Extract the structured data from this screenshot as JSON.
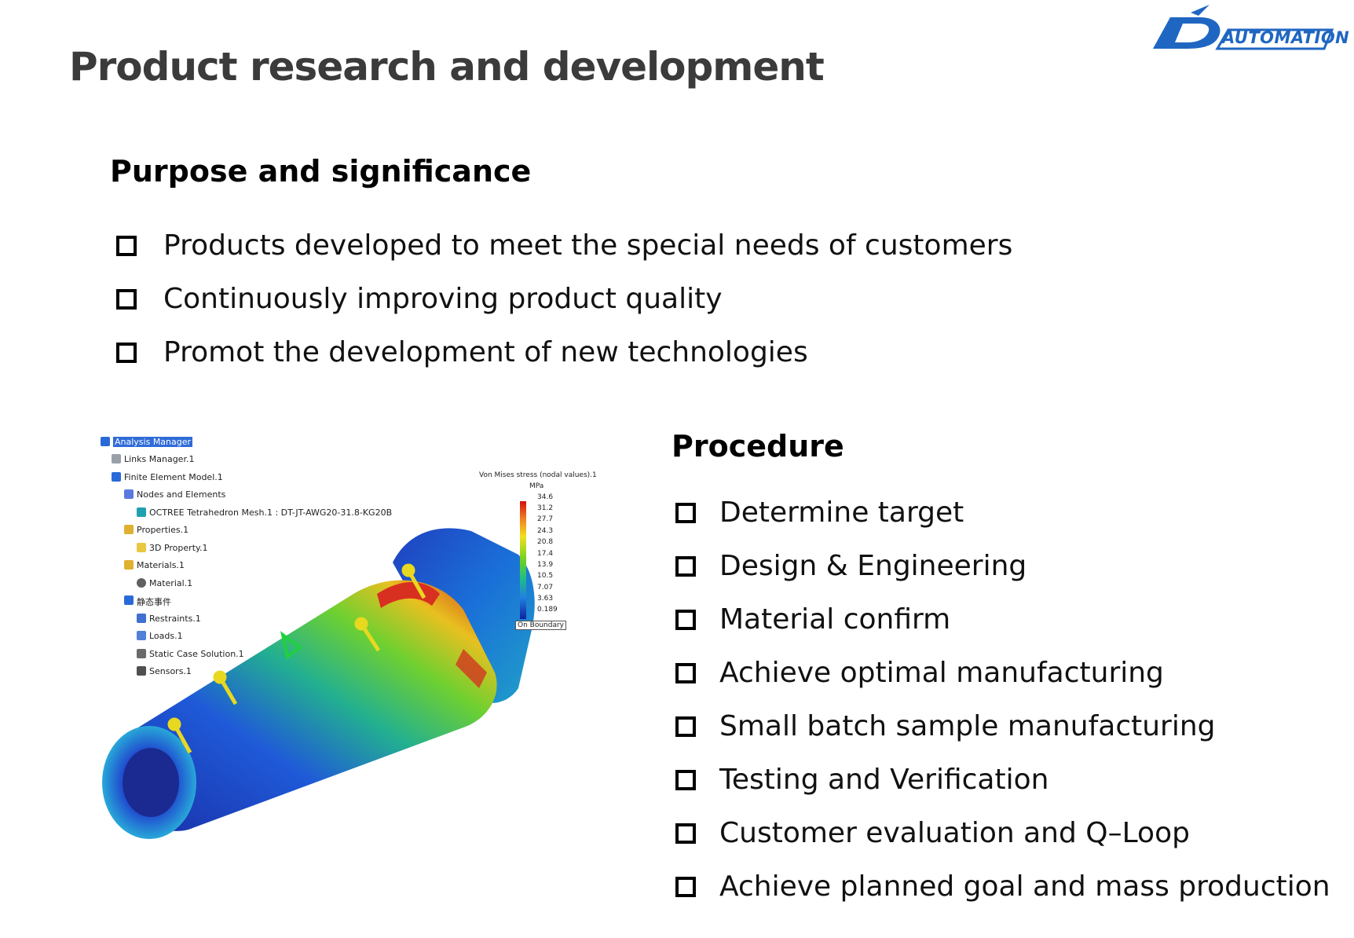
{
  "logo": {
    "text": "AUTOMATION",
    "icon": "d-automation-logo-icon",
    "brand_color": "#1f66c2"
  },
  "title": "Product research and development",
  "purpose": {
    "heading": "Purpose and significance",
    "items": [
      "Products developed to meet the special needs of customers",
      "Continuously improving product quality",
      "Promot the development of new technologies"
    ]
  },
  "procedure": {
    "heading": "Procedure",
    "items": [
      "Determine target",
      "Design & Engineering",
      "Material confirm",
      "Achieve optimal manufacturing",
      "Small batch sample manufacturing",
      "Testing and Verification",
      "Customer evaluation and Q–Loop",
      "Achieve planned goal and mass production"
    ]
  },
  "fea_image": {
    "tree": [
      "Analysis Manager",
      "Links Manager.1",
      "Finite Element Model.1",
      "Nodes and Elements",
      "OCTREE Tetrahedron Mesh.1 : DT-JT-AWG20-31.8-KG20B",
      "Properties.1",
      "3D Property.1",
      "Materials.1",
      "Material.1",
      "静态事件",
      "Restraints.1",
      "Loads.1",
      "Static Case Solution.1",
      "Sensors.1"
    ],
    "legend": {
      "title": "Von Mises stress (nodal values).1",
      "unit": "MPa",
      "values": [
        "34.6",
        "31.2",
        "27.7",
        "24.3",
        "20.8",
        "17.4",
        "13.9",
        "10.5",
        "7.07",
        "3.63",
        "0.189"
      ],
      "boundary": "On Boundary"
    }
  }
}
